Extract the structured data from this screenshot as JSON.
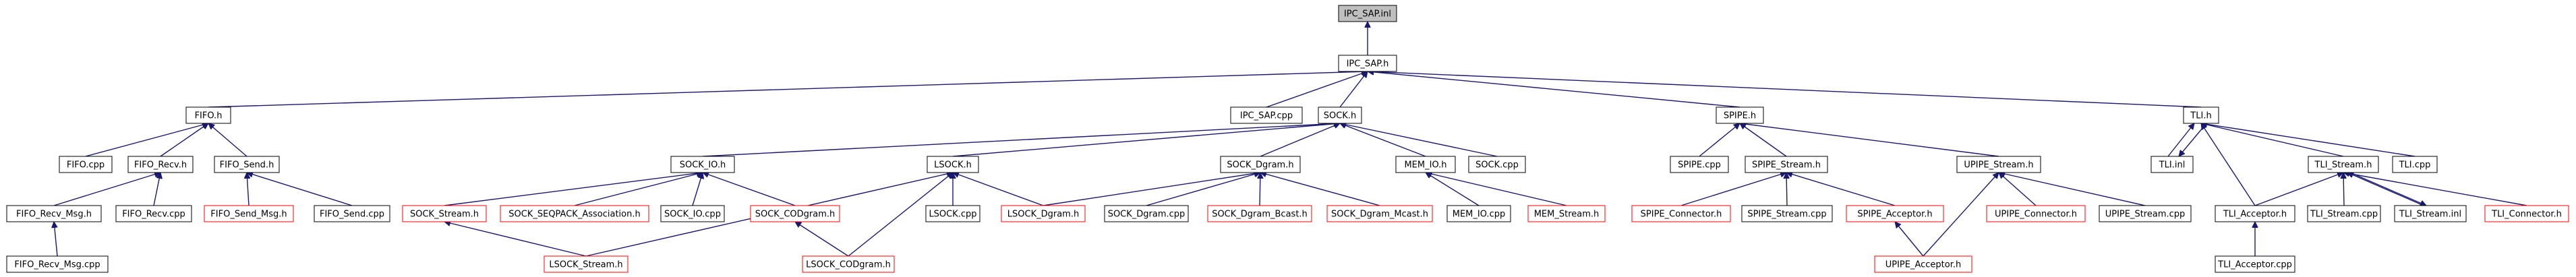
{
  "colors": {
    "edge": "#191970",
    "normal_border": "#000000",
    "missing_border": "#ff0000",
    "highlight_fill": "#bfbfbf",
    "background": "#ffffff"
  },
  "nodes": {
    "ipc_sap_inl": {
      "label": "IPC_SAP.inl",
      "style": "highlight"
    },
    "ipc_sap_h": {
      "label": "IPC_SAP.h",
      "style": "normal"
    },
    "fifo_h": {
      "label": "FIFO.h",
      "style": "normal"
    },
    "ipc_sap_cpp": {
      "label": "IPC_SAP.cpp",
      "style": "normal"
    },
    "sock_h": {
      "label": "SOCK.h",
      "style": "normal"
    },
    "spipe_h": {
      "label": "SPIPE.h",
      "style": "normal"
    },
    "tli_h": {
      "label": "TLI.h",
      "style": "normal"
    },
    "fifo_cpp": {
      "label": "FIFO.cpp",
      "style": "normal"
    },
    "fifo_recv_h": {
      "label": "FIFO_Recv.h",
      "style": "normal"
    },
    "fifo_send_h": {
      "label": "FIFO_Send.h",
      "style": "normal"
    },
    "sock_io_h": {
      "label": "SOCK_IO.h",
      "style": "normal"
    },
    "lsock_h": {
      "label": "LSOCK.h",
      "style": "normal"
    },
    "sock_dgram_h": {
      "label": "SOCK_Dgram.h",
      "style": "normal"
    },
    "mem_io_h": {
      "label": "MEM_IO.h",
      "style": "normal"
    },
    "sock_cpp": {
      "label": "SOCK.cpp",
      "style": "normal"
    },
    "spipe_cpp": {
      "label": "SPIPE.cpp",
      "style": "normal"
    },
    "spipe_stream_h": {
      "label": "SPIPE_Stream.h",
      "style": "normal"
    },
    "upipe_stream_h": {
      "label": "UPIPE_Stream.h",
      "style": "normal"
    },
    "tli_inl": {
      "label": "TLI.inl",
      "style": "normal"
    },
    "tli_stream_h": {
      "label": "TLI_Stream.h",
      "style": "normal"
    },
    "tli_cpp": {
      "label": "TLI.cpp",
      "style": "normal"
    },
    "fifo_recv_msg_h": {
      "label": "FIFO_Recv_Msg.h",
      "style": "normal"
    },
    "fifo_recv_cpp": {
      "label": "FIFO_Recv.cpp",
      "style": "normal"
    },
    "fifo_send_msg_h": {
      "label": "FIFO_Send_Msg.h",
      "style": "missing"
    },
    "fifo_send_cpp": {
      "label": "FIFO_Send.cpp",
      "style": "normal"
    },
    "sock_stream_h": {
      "label": "SOCK_Stream.h",
      "style": "missing"
    },
    "sock_seqpack_h": {
      "label": "SOCK_SEQPACK_Association.h",
      "style": "missing"
    },
    "sock_io_cpp": {
      "label": "SOCK_IO.cpp",
      "style": "normal"
    },
    "sock_codgram_h": {
      "label": "SOCK_CODgram.h",
      "style": "missing"
    },
    "lsock_cpp": {
      "label": "LSOCK.cpp",
      "style": "normal"
    },
    "lsock_dgram_h": {
      "label": "LSOCK_Dgram.h",
      "style": "missing"
    },
    "sock_dgram_cpp": {
      "label": "SOCK_Dgram.cpp",
      "style": "normal"
    },
    "sock_dgram_bcast_h": {
      "label": "SOCK_Dgram_Bcast.h",
      "style": "missing"
    },
    "sock_dgram_mcast_h": {
      "label": "SOCK_Dgram_Mcast.h",
      "style": "missing"
    },
    "mem_io_cpp": {
      "label": "MEM_IO.cpp",
      "style": "normal"
    },
    "mem_stream_h": {
      "label": "MEM_Stream.h",
      "style": "missing"
    },
    "spipe_connector_h": {
      "label": "SPIPE_Connector.h",
      "style": "missing"
    },
    "spipe_stream_cpp": {
      "label": "SPIPE_Stream.cpp",
      "style": "normal"
    },
    "spipe_acceptor_h": {
      "label": "SPIPE_Acceptor.h",
      "style": "missing"
    },
    "upipe_connector_h": {
      "label": "UPIPE_Connector.h",
      "style": "missing"
    },
    "upipe_stream_cpp": {
      "label": "UPIPE_Stream.cpp",
      "style": "normal"
    },
    "tli_acceptor_h": {
      "label": "TLI_Acceptor.h",
      "style": "normal"
    },
    "tli_stream_cpp": {
      "label": "TLI_Stream.cpp",
      "style": "normal"
    },
    "tli_stream_inl": {
      "label": "TLI_Stream.inl",
      "style": "normal"
    },
    "tli_connector_h": {
      "label": "TLI_Connector.h",
      "style": "missing"
    },
    "fifo_recv_msg_cpp": {
      "label": "FIFO_Recv_Msg.cpp",
      "style": "normal"
    },
    "lsock_stream_h": {
      "label": "LSOCK_Stream.h",
      "style": "missing"
    },
    "lsock_codgram_h": {
      "label": "LSOCK_CODgram.h",
      "style": "missing"
    },
    "upipe_acceptor_h": {
      "label": "UPIPE_Acceptor.h",
      "style": "missing"
    },
    "tli_acceptor_cpp": {
      "label": "TLI_Acceptor.cpp",
      "style": "normal"
    }
  },
  "edges": [
    [
      "ipc_sap_h",
      "ipc_sap_inl"
    ],
    [
      "fifo_h",
      "ipc_sap_h"
    ],
    [
      "ipc_sap_cpp",
      "ipc_sap_h"
    ],
    [
      "sock_h",
      "ipc_sap_h"
    ],
    [
      "spipe_h",
      "ipc_sap_h"
    ],
    [
      "tli_h",
      "ipc_sap_h"
    ],
    [
      "fifo_cpp",
      "fifo_h"
    ],
    [
      "fifo_recv_h",
      "fifo_h"
    ],
    [
      "fifo_send_h",
      "fifo_h"
    ],
    [
      "fifo_recv_msg_h",
      "fifo_recv_h"
    ],
    [
      "fifo_recv_cpp",
      "fifo_recv_h"
    ],
    [
      "fifo_recv_msg_cpp",
      "fifo_recv_msg_h"
    ],
    [
      "fifo_send_msg_h",
      "fifo_send_h"
    ],
    [
      "fifo_send_cpp",
      "fifo_send_h"
    ],
    [
      "sock_io_h",
      "sock_h"
    ],
    [
      "lsock_h",
      "sock_h"
    ],
    [
      "sock_dgram_h",
      "sock_h"
    ],
    [
      "mem_io_h",
      "sock_h"
    ],
    [
      "sock_cpp",
      "sock_h"
    ],
    [
      "sock_stream_h",
      "sock_io_h"
    ],
    [
      "sock_seqpack_h",
      "sock_io_h"
    ],
    [
      "sock_io_cpp",
      "sock_io_h"
    ],
    [
      "sock_codgram_h",
      "sock_io_h"
    ],
    [
      "lsock_stream_h",
      "sock_stream_h"
    ],
    [
      "lsock_codgram_h",
      "sock_codgram_h"
    ],
    [
      "lsock_cpp",
      "lsock_h"
    ],
    [
      "lsock_dgram_h",
      "lsock_h"
    ],
    [
      "lsock_stream_h",
      "lsock_h"
    ],
    [
      "lsock_codgram_h",
      "lsock_h"
    ],
    [
      "lsock_dgram_h",
      "sock_dgram_h"
    ],
    [
      "sock_dgram_cpp",
      "sock_dgram_h"
    ],
    [
      "sock_dgram_bcast_h",
      "sock_dgram_h"
    ],
    [
      "sock_dgram_mcast_h",
      "sock_dgram_h"
    ],
    [
      "mem_io_cpp",
      "mem_io_h"
    ],
    [
      "mem_stream_h",
      "mem_io_h"
    ],
    [
      "spipe_cpp",
      "spipe_h"
    ],
    [
      "spipe_stream_h",
      "spipe_h"
    ],
    [
      "upipe_stream_h",
      "spipe_h"
    ],
    [
      "spipe_connector_h",
      "spipe_stream_h"
    ],
    [
      "spipe_stream_cpp",
      "spipe_stream_h"
    ],
    [
      "spipe_acceptor_h",
      "spipe_stream_h"
    ],
    [
      "upipe_acceptor_h",
      "spipe_acceptor_h"
    ],
    [
      "upipe_connector_h",
      "upipe_stream_h"
    ],
    [
      "upipe_stream_cpp",
      "upipe_stream_h"
    ],
    [
      "upipe_acceptor_h",
      "upipe_stream_h"
    ],
    [
      "tli_inl",
      "tli_h"
    ],
    [
      "tli_stream_h",
      "tli_h"
    ],
    [
      "tli_cpp",
      "tli_h"
    ],
    [
      "tli_acceptor_h",
      "tli_h"
    ],
    [
      "tli_h",
      "tli_inl"
    ],
    [
      "tli_acceptor_h",
      "tli_stream_h"
    ],
    [
      "tli_stream_cpp",
      "tli_stream_h"
    ],
    [
      "tli_stream_inl",
      "tli_stream_h"
    ],
    [
      "tli_connector_h",
      "tli_stream_h"
    ],
    [
      "tli_stream_h",
      "tli_stream_inl"
    ],
    [
      "tli_acceptor_cpp",
      "tli_acceptor_h"
    ]
  ]
}
